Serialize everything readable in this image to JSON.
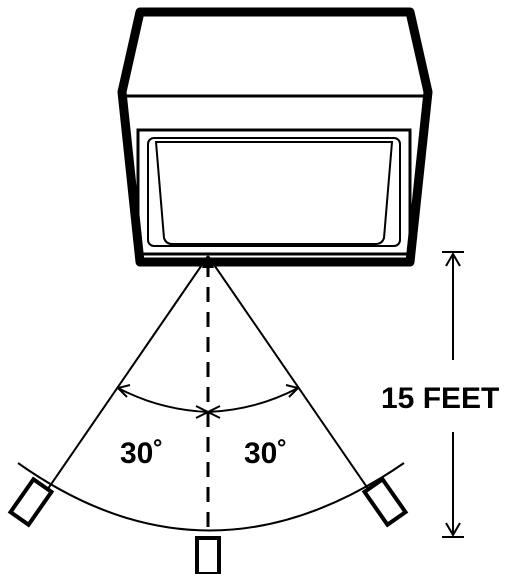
{
  "labels": {
    "left_angle": "30˚",
    "right_angle": "30˚",
    "distance": "15 FEET"
  },
  "colors": {
    "stroke": "#000000",
    "background": "#ffffff"
  }
}
